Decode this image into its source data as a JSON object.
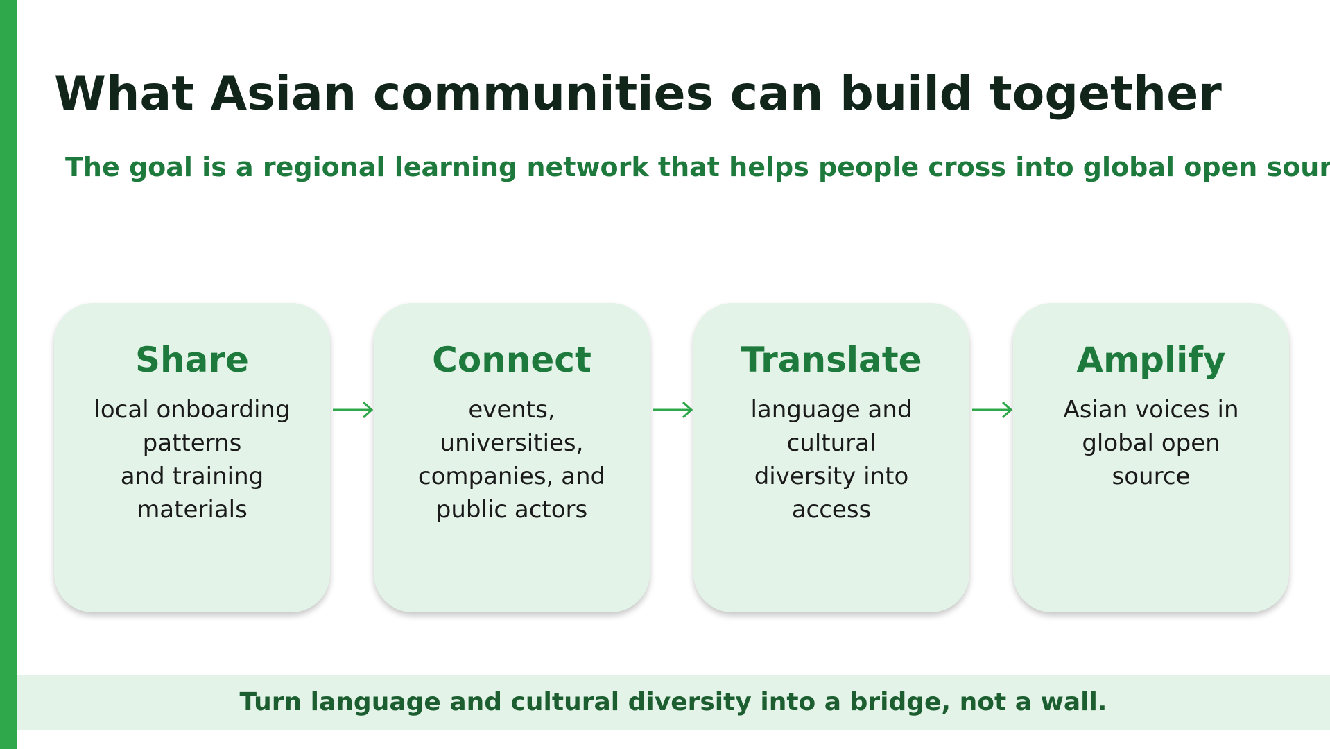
{
  "slide": {
    "title": "What Asian communities can build together",
    "subtitle": "The goal is a regional learning network that helps people cross into global open source.",
    "footer": "Turn language and cultural diversity into a bridge, not a wall."
  },
  "flow": {
    "steps": [
      {
        "title": "Share",
        "text": "local onboarding\npatterns\nand training\nmaterials"
      },
      {
        "title": "Connect",
        "text": "events,\nuniversities,\ncompanies, and\npublic actors"
      },
      {
        "title": "Translate",
        "text": "language and\ncultural\ndiversity into\naccess"
      },
      {
        "title": "Amplify",
        "text": "Asian voices in\nglobal open\nsource"
      }
    ],
    "arrow_icon": "arrow-right-icon"
  },
  "colors": {
    "accent": "#2ea84a",
    "heading_green": "#1e7a3c",
    "card_background": "#e3f3e8",
    "title": "#12251a"
  }
}
